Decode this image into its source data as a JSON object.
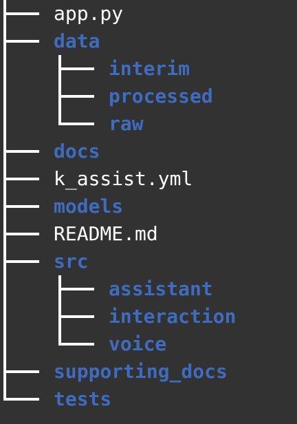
{
  "tree": {
    "items": [
      {
        "label": "app.py",
        "type": "file"
      },
      {
        "label": "data",
        "type": "dir",
        "children": [
          {
            "label": "interim",
            "type": "dir"
          },
          {
            "label": "processed",
            "type": "dir"
          },
          {
            "label": "raw",
            "type": "dir"
          }
        ]
      },
      {
        "label": "docs",
        "type": "dir"
      },
      {
        "label": "k_assist.yml",
        "type": "file"
      },
      {
        "label": "models",
        "type": "dir"
      },
      {
        "label": "README.md",
        "type": "file"
      },
      {
        "label": "src",
        "type": "dir",
        "children": [
          {
            "label": "assistant",
            "type": "dir"
          },
          {
            "label": "interaction",
            "type": "dir"
          },
          {
            "label": "voice",
            "type": "dir"
          }
        ]
      },
      {
        "label": "supporting_docs",
        "type": "dir"
      },
      {
        "label": "tests",
        "type": "dir"
      }
    ]
  },
  "colors": {
    "background": "#323232",
    "file_text": "#ffffff",
    "dir_text": "#3f6cbf",
    "connector": "#ffffff"
  }
}
